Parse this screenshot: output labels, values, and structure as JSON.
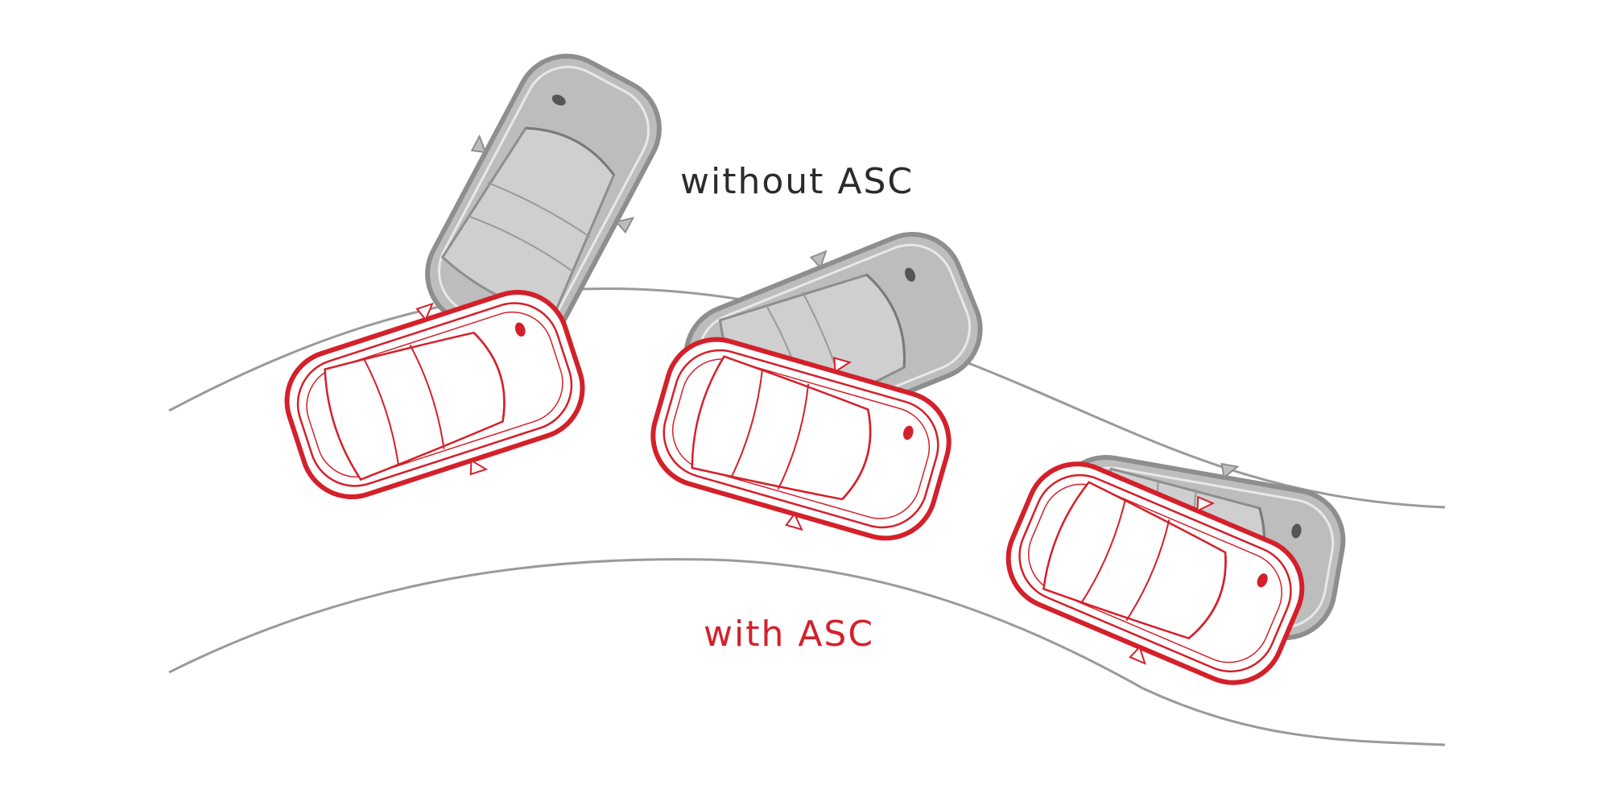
{
  "labels": {
    "without": "without ASC",
    "with": "with ASC"
  },
  "colors": {
    "background": "#ffffff",
    "road_line": "#9a9a9a",
    "without_text": "#2b2b2b",
    "with_text": "#d4202a",
    "asc_car_stroke": "#d4202a",
    "asc_car_fill": "#ffffff",
    "no_asc_car_fill": "#bdbdbd",
    "no_asc_car_stroke": "#8e8e8e"
  },
  "cars": {
    "without_asc": [
      "car-gray",
      "car-gray",
      "car-gray"
    ],
    "with_asc": [
      "car-red",
      "car-red",
      "car-red"
    ]
  }
}
